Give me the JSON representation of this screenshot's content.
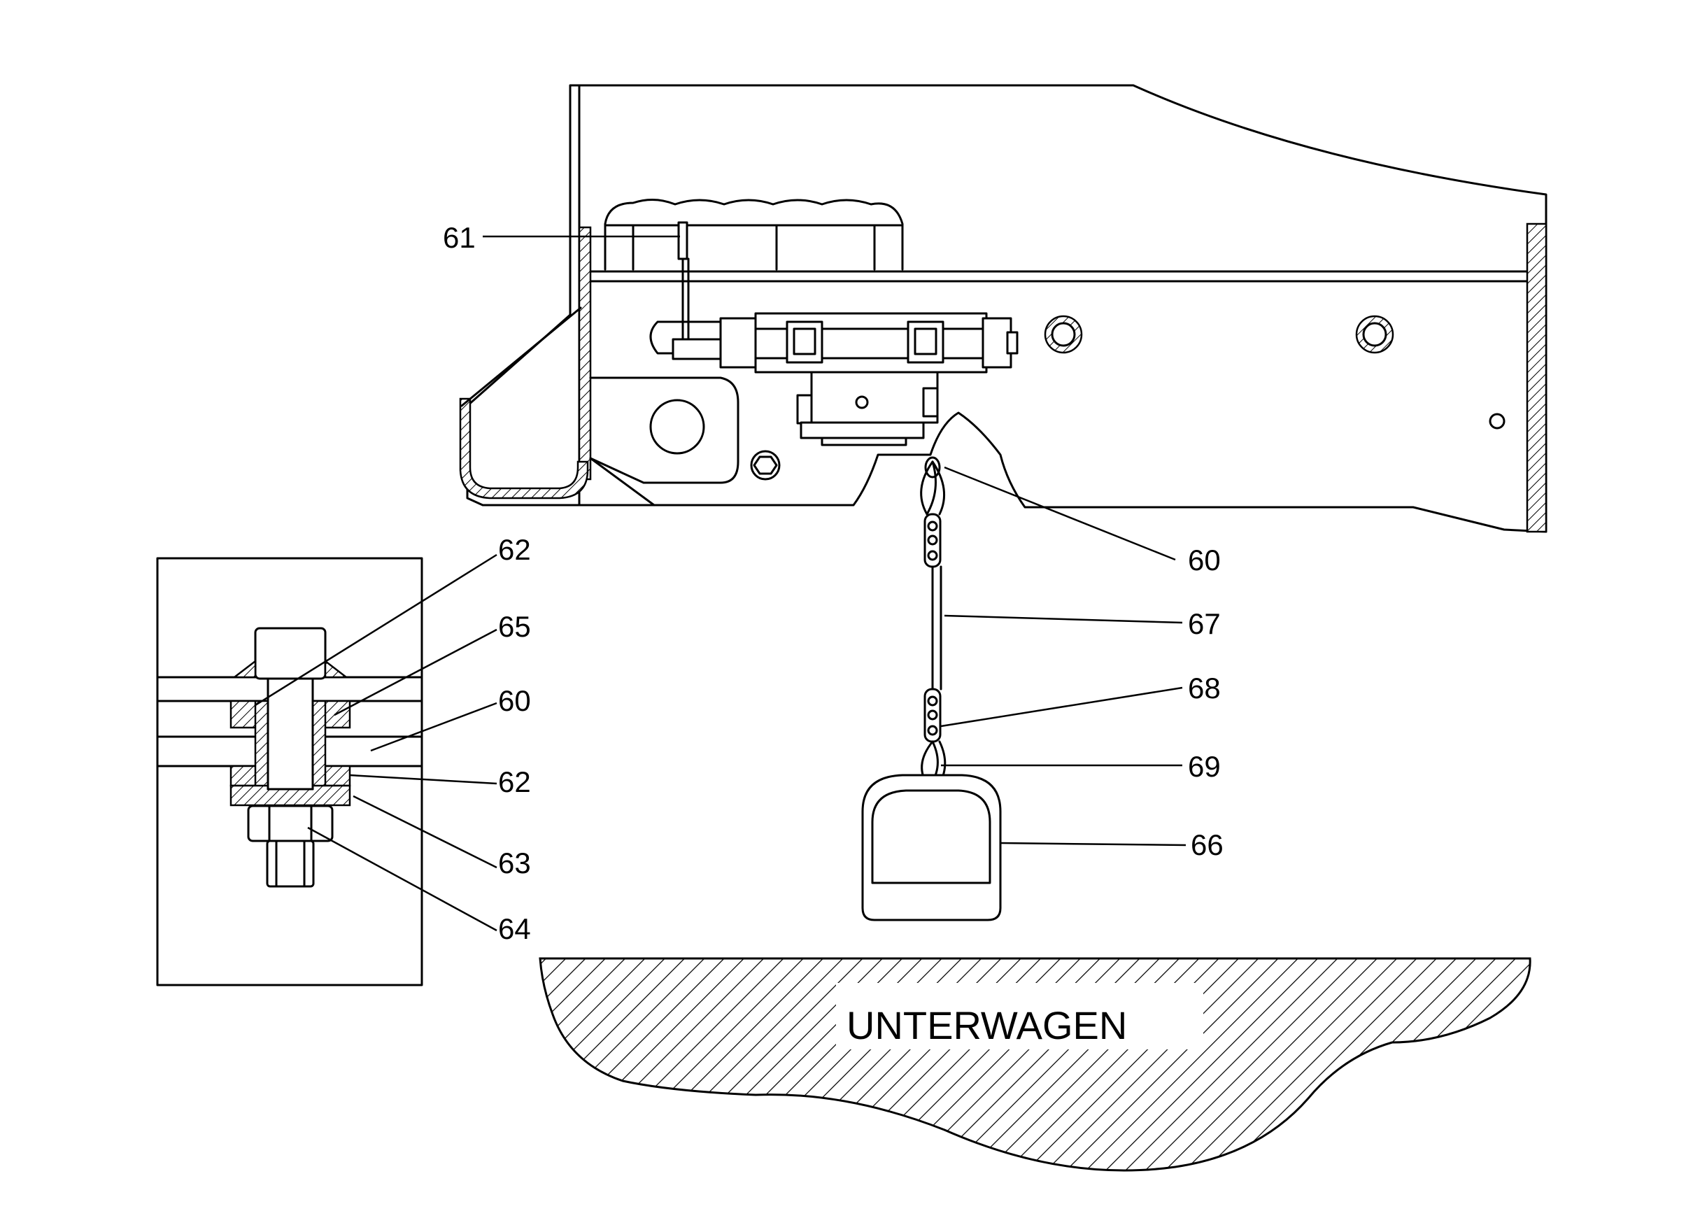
{
  "figure": {
    "region_label": "UNTERWAGEN",
    "labels": {
      "l60_main": "60",
      "l61": "61",
      "l62_top": "62",
      "l65": "65",
      "l60_detail": "60",
      "l62_bottom": "62",
      "l63": "63",
      "l64": "64",
      "l67": "67",
      "l68": "68",
      "l69": "69",
      "l66": "66"
    }
  }
}
